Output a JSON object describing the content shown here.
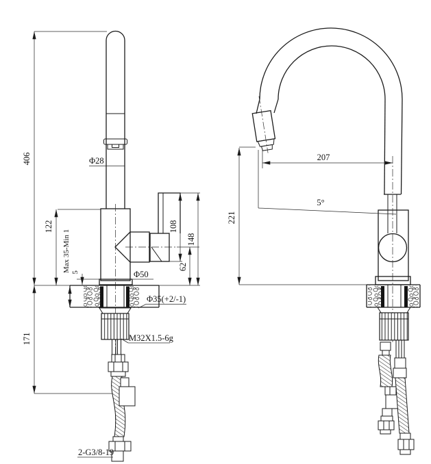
{
  "drawing_type": "faucet installation dimension drawing",
  "left_view": {
    "overall_height": "406",
    "body_height": "122",
    "under_counter_length": "171",
    "counter_thickness_range": "Max 35-Min 1",
    "base_plate_height": "5",
    "spout_diameter": "Φ28",
    "base_diameter": "Φ50",
    "mounting_hole_diameter": "Φ35(+2/-1)",
    "shank_thread": "M32X1.5-6g",
    "hose_thread": "2-G3/8-19",
    "handle_length": "108",
    "handle_top_height": "148",
    "handle_pivot_height": "62"
  },
  "right_view": {
    "spout_reach": "207",
    "outlet_height": "221",
    "outlet_angle": "5°"
  },
  "colors": {
    "line": "#1b1b1b",
    "background": "#ffffff"
  }
}
